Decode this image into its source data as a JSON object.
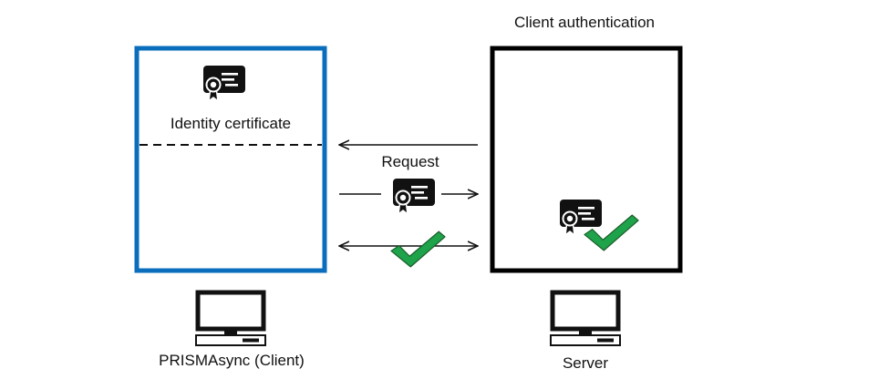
{
  "title": "Client authentication",
  "client": {
    "certificate_label": "Identity certificate",
    "caption": "PRISMAsync (Client)",
    "border_color": "#0a6ebd",
    "certificate_icon": "certificate-icon",
    "computer_icon": "computer-icon"
  },
  "server": {
    "caption": "Server",
    "border_color": "#000000",
    "certificate_icon": "certificate-icon",
    "verified_icon": "checkmark-icon",
    "computer_icon": "computer-icon"
  },
  "flows": {
    "request_label": "Request",
    "request_direction": "server-to-client",
    "certificate_direction": "client-to-server",
    "handshake_direction": "bidirectional",
    "handshake_icon": "checkmark-icon"
  },
  "colors": {
    "check_green": "#1ea24a",
    "check_outline": "#1a5c2a",
    "ink": "#111111"
  }
}
